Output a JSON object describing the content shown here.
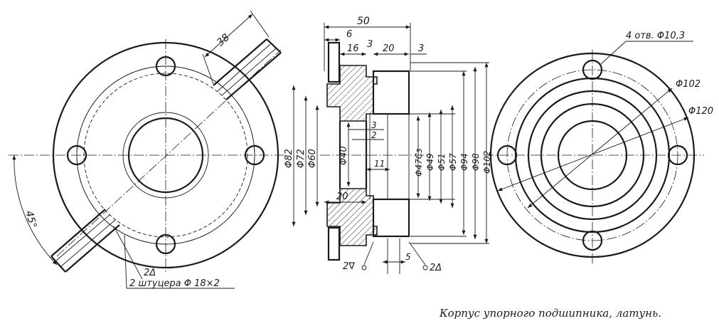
{
  "caption": "Корпус упорного подшипника, латунь.",
  "left_view": {
    "dim_pipe_length": "38",
    "angle": "45°",
    "roughness": "2Δ",
    "fitting_note": "2 штуцера Φ 18×2"
  },
  "section_view": {
    "top_dims": [
      "50",
      "6",
      "16",
      "3",
      "20",
      "3"
    ],
    "left_diams": [
      "Φ82",
      "Φ72",
      "Φ60"
    ],
    "bore_diam": "Φ40",
    "small_dims": [
      "3",
      "2"
    ],
    "dim_11": "11",
    "dim_20": "20",
    "right_diams": [
      "Φ47Cз",
      "Φ49",
      "Φ51",
      "Φ57",
      "Φ94",
      "Φ98",
      "Φ102"
    ],
    "bottom_roughness_left": "2∇",
    "bottom_dim_5": "5",
    "bottom_roughness_right": "2Δ"
  },
  "right_view": {
    "holes_note": "4 отв. Φ10,3",
    "diam_102": "Φ102",
    "diam_120": "Φ120"
  }
}
